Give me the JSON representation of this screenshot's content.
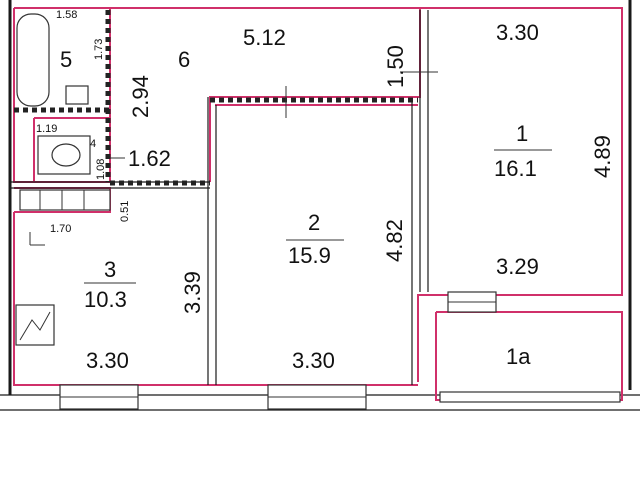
{
  "rooms": {
    "r1": {
      "number": "1",
      "area": "16.1",
      "width_top": "3.30",
      "width_bottom": "3.29",
      "height": "4.89"
    },
    "r1a": {
      "number": "1a"
    },
    "r2": {
      "number": "2",
      "area": "15.9",
      "width": "3.30",
      "height": "4.82"
    },
    "r3": {
      "number": "3",
      "area": "10.3",
      "width": "3.30",
      "height": "3.39",
      "top_dim": "1.70"
    },
    "r4": {
      "number": "4",
      "width": "1.19",
      "height": "1.08",
      "gap": "0.51"
    },
    "r5": {
      "number": "5",
      "width": "1.58",
      "height": "1.73"
    },
    "r6": {
      "number": "6",
      "width": "5.12",
      "height": "2.94",
      "side": "1.62",
      "doorway": "1.50"
    }
  }
}
